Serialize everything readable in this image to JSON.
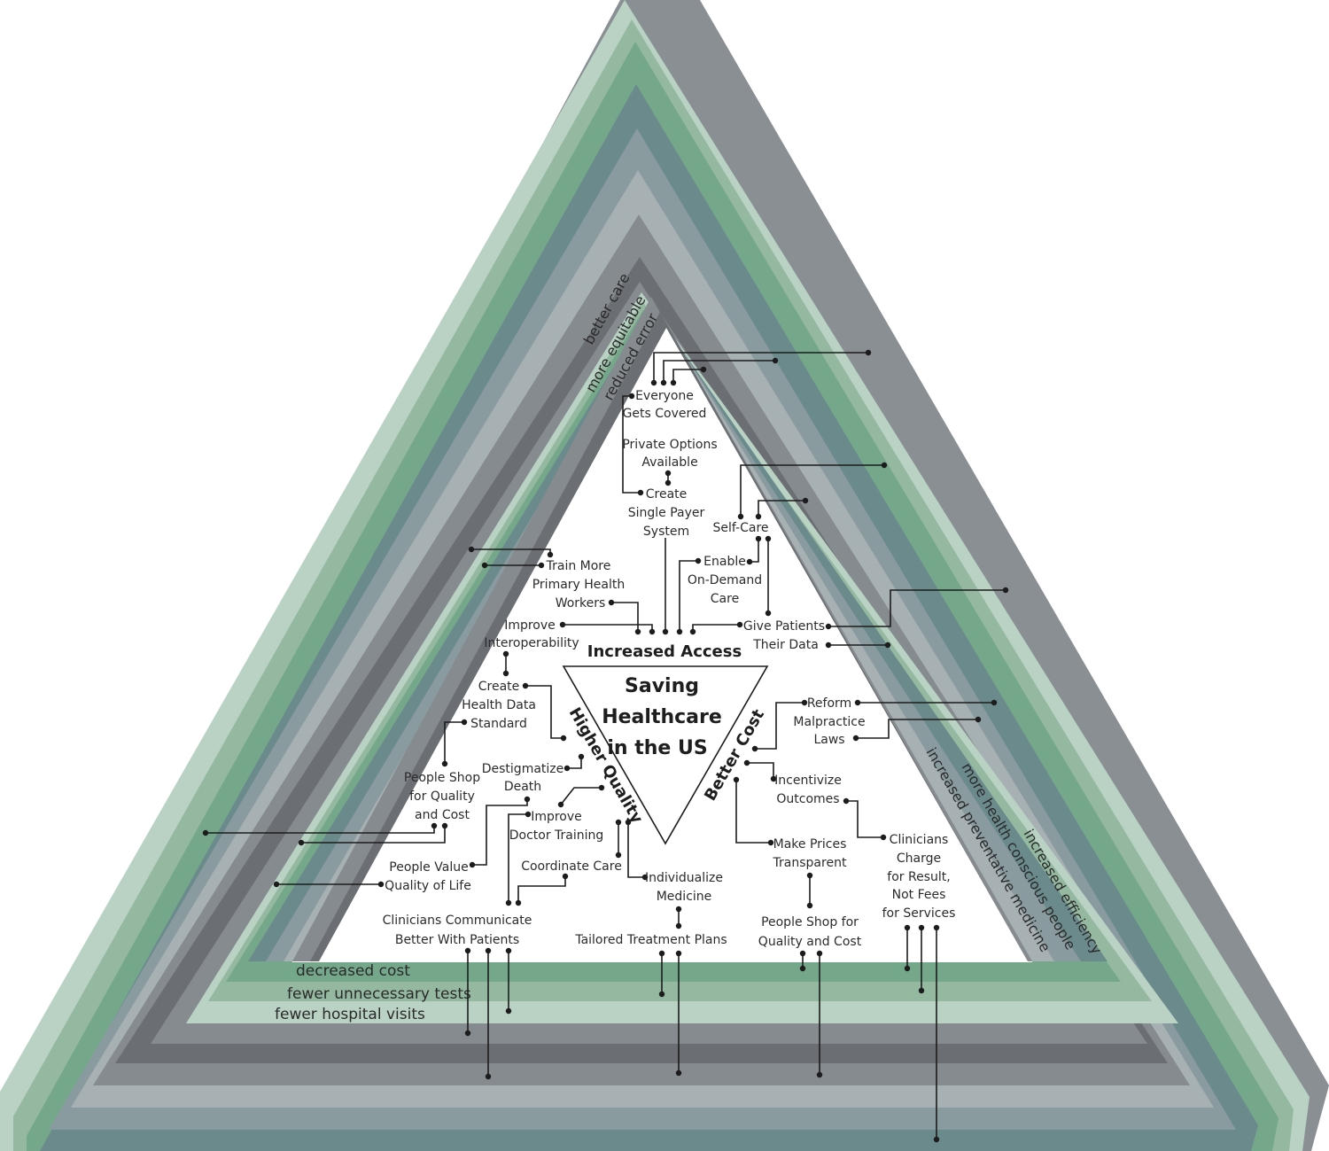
{
  "center": {
    "lines": [
      "Saving",
      "Healthcare",
      "in the US"
    ]
  },
  "hubs": {
    "access": "Increased Access",
    "quality": "Higher Quality",
    "cost": "Better Cost"
  },
  "bands": {
    "left": [
      "better care",
      "more equitable",
      "reduced error"
    ],
    "right": [
      "increased efficiency",
      "more health conscious people",
      "increased preventative medicine"
    ],
    "bottom": [
      "decreased cost",
      "fewer unnecessary tests",
      "fewer hospital visits"
    ]
  },
  "nodes": {
    "everyone_covered": [
      "Everyone",
      "Gets Covered"
    ],
    "private_options": [
      "Private Options",
      "Available"
    ],
    "single_payer": [
      "Create",
      "Single Payer",
      "System"
    ],
    "self_care": [
      "Self-Care"
    ],
    "on_demand": [
      "Enable",
      "On-Demand",
      "Care"
    ],
    "train_primary": [
      "Train More",
      "Primary Health",
      "Workers"
    ],
    "interoperability": [
      "Improve",
      "Interoperability"
    ],
    "give_data": [
      "Give Patients",
      "Their Data"
    ],
    "health_data_std": [
      "Create",
      "Health Data",
      "Standard"
    ],
    "shop_quality_left": [
      "People Shop",
      "for Quality",
      "and Cost"
    ],
    "destigmatize": [
      "Destigmatize",
      "Death"
    ],
    "doctor_training": [
      "Improve",
      "Doctor Training"
    ],
    "value_life": [
      "People Value",
      "Quality of Life"
    ],
    "coordinate": [
      "Coordinate Care"
    ],
    "individualize": [
      "Individualize",
      "Medicine"
    ],
    "communicate": [
      "Clinicians Communicate",
      "Better With Patients"
    ],
    "tailored": [
      "Tailored Treatment Plans"
    ],
    "malpractice": [
      "Reform",
      "Malpractice",
      "Laws"
    ],
    "incentivize": [
      "Incentivize",
      "Outcomes"
    ],
    "transparent": [
      "Make Prices",
      "Transparent"
    ],
    "clinicians_charge": [
      "Clinicians",
      "Charge",
      "for Result,",
      "Not Fees",
      "for Services"
    ],
    "shop_quality_right": [
      "People Shop for",
      "Quality and Cost"
    ]
  },
  "colors": {
    "band1": "#b9d2c4",
    "band2": "#95b9a0",
    "band3": "#75a78b",
    "band4": "#6b8a8b",
    "band5": "#8a9ba0",
    "band6": "#a7b0b3",
    "band7": "#868b90",
    "band8": "#6b6f73",
    "line": "#1c1c1c",
    "text": "#2b2b2b"
  }
}
